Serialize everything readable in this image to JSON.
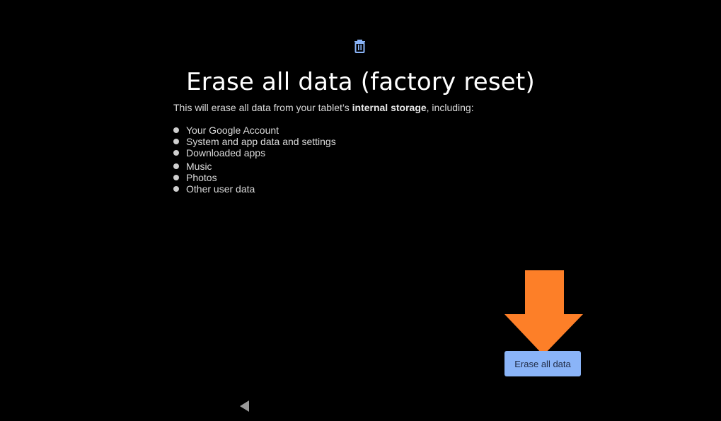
{
  "header": {
    "icon": "trash-icon",
    "title": "Erase all data (factory reset)"
  },
  "description": {
    "prefix": "This will erase all data from your tablet’s ",
    "emphasis": "internal storage",
    "suffix": ", including:"
  },
  "items": [
    {
      "label": "Your Google Account"
    },
    {
      "label": "System and app data and settings"
    },
    {
      "label": "Downloaded apps"
    },
    {
      "label": "Music"
    },
    {
      "label": "Photos"
    },
    {
      "label": "Other user data"
    }
  ],
  "actions": {
    "erase_label": "Erase all data"
  },
  "nav": {
    "back_icon": "back-triangle-icon"
  },
  "colors": {
    "background": "#000000",
    "accent_blue": "#8ab4f8",
    "arrow_orange": "#fd7f28"
  }
}
